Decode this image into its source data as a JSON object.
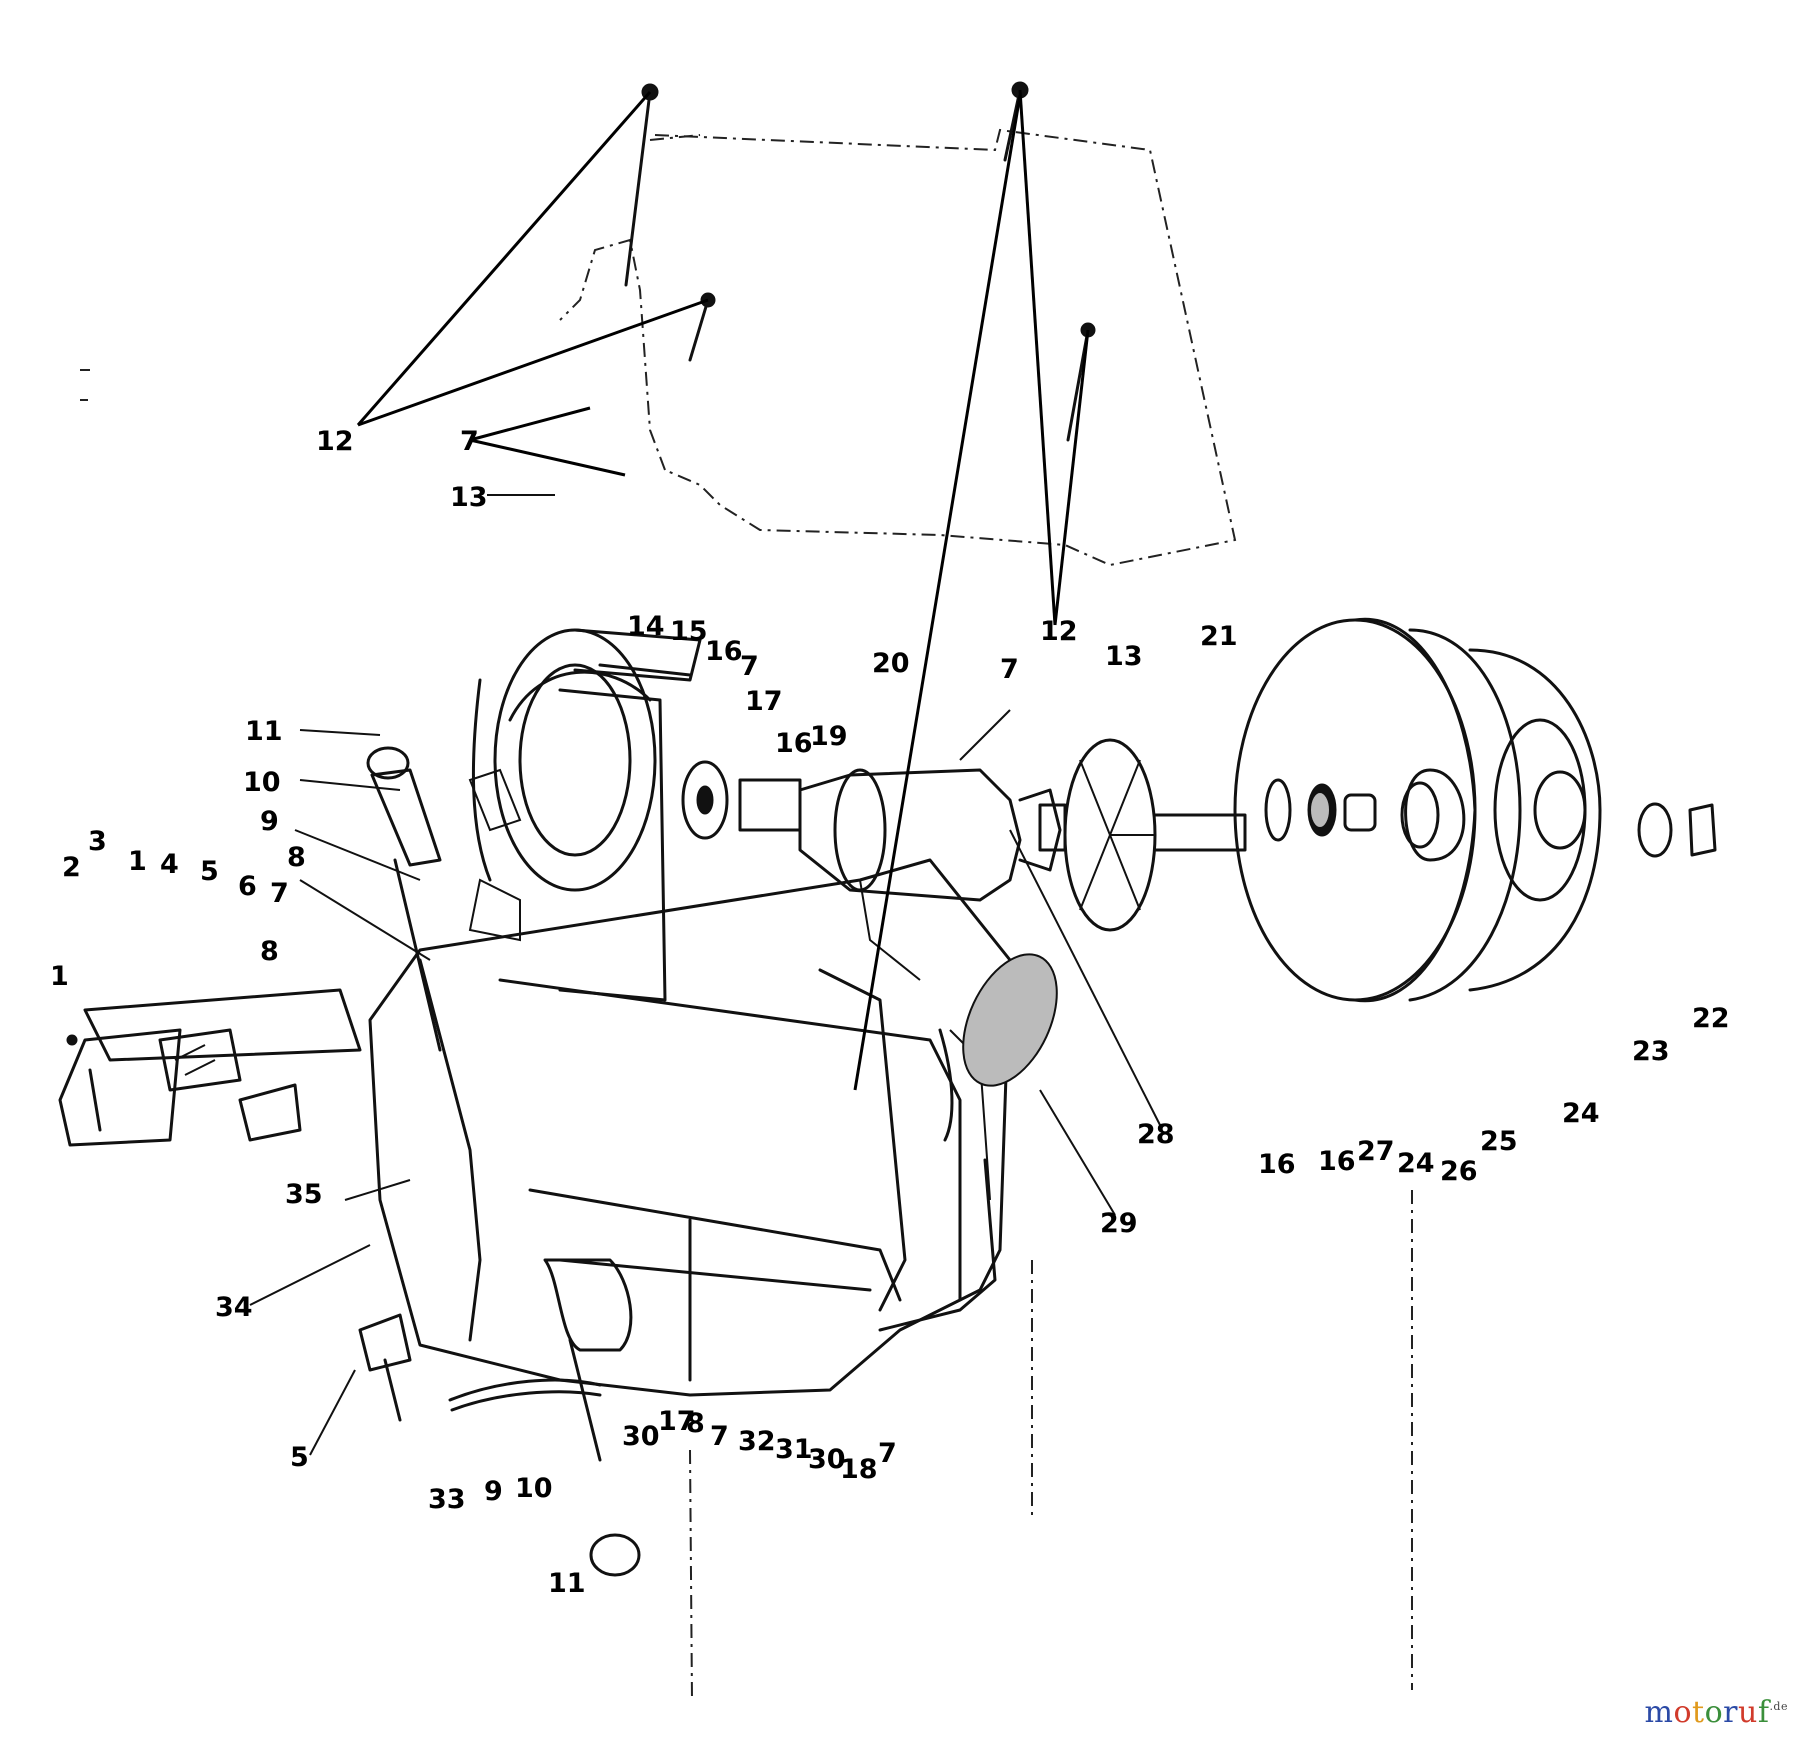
{
  "callouts": {
    "c1a": "1",
    "c1b": "1",
    "c2": "2",
    "c3": "3",
    "c4": "4",
    "c5a": "5",
    "c5b": "5",
    "c6": "6",
    "c7a": "7",
    "c7b": "7",
    "c7c": "7",
    "c7d": "7",
    "c7e": "7",
    "c7f": "7",
    "c8a": "8",
    "c8b": "8",
    "c9a": "9",
    "c9b": "9",
    "c10a": "10",
    "c10b": "10",
    "c11a": "11",
    "c11b": "11",
    "c12a": "12",
    "c12b": "12",
    "c13a": "13",
    "c13b": "13",
    "c14": "14",
    "c15": "15",
    "c16a": "16",
    "c16b": "16",
    "c16c": "16",
    "c16d": "16",
    "c17a": "17",
    "c17b": "17",
    "c18": "18",
    "c19": "19",
    "c20": "20",
    "c21": "21",
    "c22": "22",
    "c23": "23",
    "c24a": "24",
    "c24b": "24",
    "c25": "25",
    "c26": "26",
    "c27": "27",
    "c28": "28",
    "c29": "29",
    "c30a": "30",
    "c30b": "30",
    "c31": "31",
    "c32": "32",
    "c33": "33",
    "c34": "34",
    "c35": "35",
    "c8c": "8"
  },
  "watermark": {
    "m": "m",
    "o1": "o",
    "t": "t",
    "o2": "o",
    "r": "r",
    "u": "u",
    "f": "f",
    "de": ".de"
  }
}
